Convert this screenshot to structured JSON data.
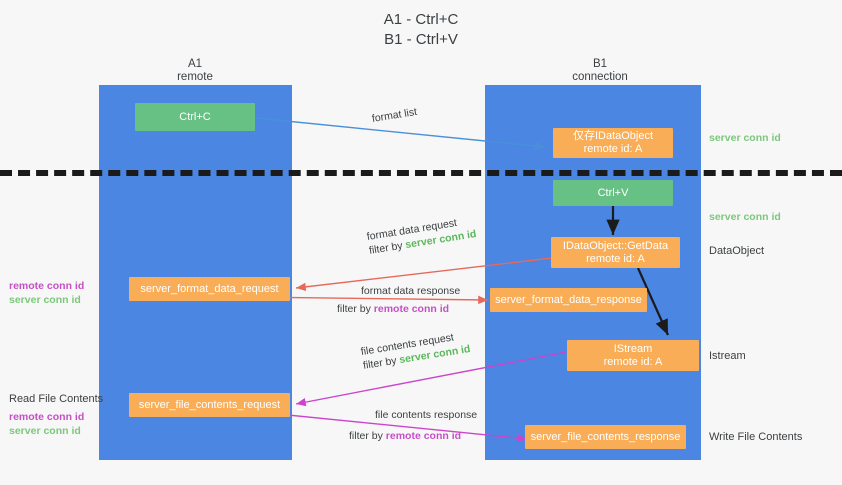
{
  "title": {
    "line1": "A1 - Ctrl+C",
    "line2": "B1 - Ctrl+V"
  },
  "colors": {
    "lane": "#4a86e2",
    "green_node": "#67c184",
    "orange_node": "#f9ad57",
    "green_text": "#5cb85c",
    "magenta_text": "#c64fc6",
    "arrow_blue": "#4a90d9",
    "arrow_red": "#e8685a",
    "arrow_magenta": "#cc44cc",
    "arrow_black": "#1b1b1b",
    "background": "#f7f7f7"
  },
  "lanes": [
    {
      "name": "A1",
      "subtitle": "remote"
    },
    {
      "name": "B1",
      "subtitle": "connection"
    }
  ],
  "nodes": {
    "ctrl_c": "Ctrl+C",
    "ctrl_v": "Ctrl+V",
    "idataobject": "仅存IDataObject\nremote id: A",
    "idataobject_getdata": "IDataObject::GetData\nremote id: A",
    "istream": "IStream\nremote id: A",
    "server_format_data_request": "server_format_data_request",
    "server_format_data_response": "server_format_data_response",
    "server_file_contents_request": "server_file_contents_request",
    "server_file_contents_response": "server_file_contents_response"
  },
  "edge_labels": {
    "format_list": "format list",
    "format_data_request": "format data request",
    "format_data_request_filter_prefix": "filter by ",
    "format_data_request_filter_value": "server conn id",
    "format_data_response": "format data response",
    "format_data_response_filter_prefix": "filter by ",
    "format_data_response_filter_value": "remote conn id",
    "file_contents_request": "file contents request",
    "file_contents_request_filter_prefix": "filter by ",
    "file_contents_request_filter_value": "server conn id",
    "file_contents_response": "file contents response",
    "file_contents_response_filter_prefix": "filter by ",
    "file_contents_response_filter_value": "remote conn id"
  },
  "annotations": {
    "right_server_conn_id_top": "server conn id",
    "right_server_conn_id_mid": "server conn id",
    "right_dataobject": "DataObject",
    "right_istream": "Istream",
    "right_write_file_contents": "Write File Contents",
    "left_remote_conn_id_1": "remote conn id",
    "left_server_conn_id_1": "server conn id",
    "left_read_file_contents": "Read File Contents",
    "left_remote_conn_id_2": "remote conn id",
    "left_server_conn_id_2": "server conn id"
  }
}
